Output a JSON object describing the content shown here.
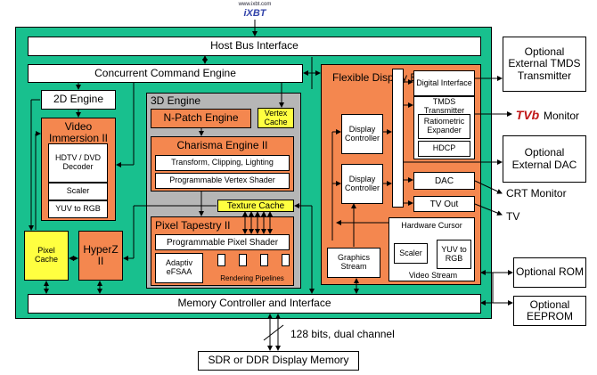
{
  "logo_text": "www.ixbt.com",
  "logo_mark": "iXBT",
  "host_bus": "Host Bus Interface",
  "command_engine": "Concurrent Command Engine",
  "engine_2d": "2D Engine",
  "video_immersion": {
    "title": "Video Immersion II",
    "items": [
      "HDTV / DVD Decoder",
      "Scaler",
      "YUV to RGB"
    ]
  },
  "engine_3d": {
    "title": "3D Engine",
    "npatch": "N-Patch Engine",
    "vertex_cache": "Vertex Cache",
    "charisma": {
      "title": "Charisma Engine II",
      "items": [
        "Transform, Clipping, Lighting",
        "Programmable Vertex Shader"
      ]
    },
    "texture_cache": "Texture Cache",
    "pixel_tapestry": {
      "title": "Pixel Tapestry II",
      "shader": "Programmable Pixel Shader",
      "fsaa": "Adaptiv eFSAA",
      "pipelines": "Rendering Pipelines"
    }
  },
  "pixel_cache": "Pixel Cache",
  "hyperz": "HyperZ II",
  "display_engine": {
    "title": "Flexible Display Engine",
    "controllers": [
      "Display Controller",
      "Display Controller"
    ],
    "digital_interface": "Digital Interface",
    "tmds": "TMDS Transmitter",
    "ratiometric": "Ratiometric Expander",
    "hdcp": "HDCP",
    "dac": "DAC",
    "tv_out": "TV Out",
    "hw_cursor": "Hardware Cursor",
    "scaler": "Scaler",
    "yuv_rgb": "YUV to RGB",
    "video_stream": "Video Stream",
    "graphics_stream": "Graphics Stream"
  },
  "memory_controller": "Memory Controller and Interface",
  "bus_label": "128 bits, dual channel",
  "memory": "SDR or DDR Display Memory",
  "external": {
    "tmds_tx": "Optional External TMDS Transmitter",
    "ext_dac": "Optional External DAC",
    "rom": "Optional ROM",
    "eeprom": "Optional EEPROM",
    "monitor": "Monitor",
    "monitor_mark": "TVb",
    "crt": "CRT Monitor",
    "tv": "TV"
  },
  "colors": {
    "board": "#18c08e",
    "engine": "#f4874f",
    "cache": "#ffff40",
    "block3d": "#b6b6b6"
  }
}
